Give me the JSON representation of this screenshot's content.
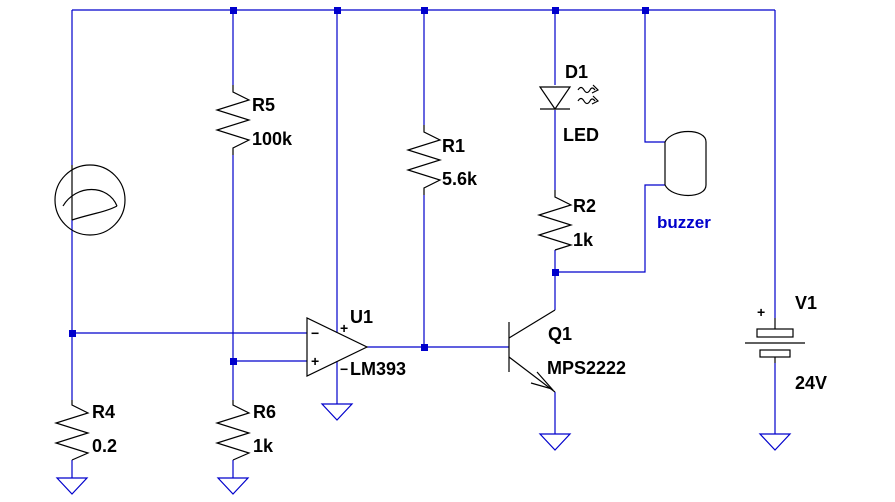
{
  "components": {
    "r5": {
      "ref": "R5",
      "value": "100k"
    },
    "r1": {
      "ref": "R1",
      "value": "5.6k"
    },
    "d1": {
      "ref": "D1",
      "value": "LED"
    },
    "r2": {
      "ref": "R2",
      "value": "1k"
    },
    "buzzer": {
      "label": "buzzer"
    },
    "u1": {
      "ref": "U1",
      "value": "LM393",
      "plus": "+",
      "minus": "−"
    },
    "q1": {
      "ref": "Q1",
      "value": "MPS2222"
    },
    "v1": {
      "ref": "V1",
      "value": "24V",
      "plus": "+"
    },
    "r4": {
      "ref": "R4",
      "value": "0.2"
    },
    "r6": {
      "ref": "R6",
      "value": "1k"
    }
  },
  "colors": {
    "wire": "#0000cc",
    "component": "#000000",
    "note": "#0000cc",
    "background": "#ffffff"
  }
}
